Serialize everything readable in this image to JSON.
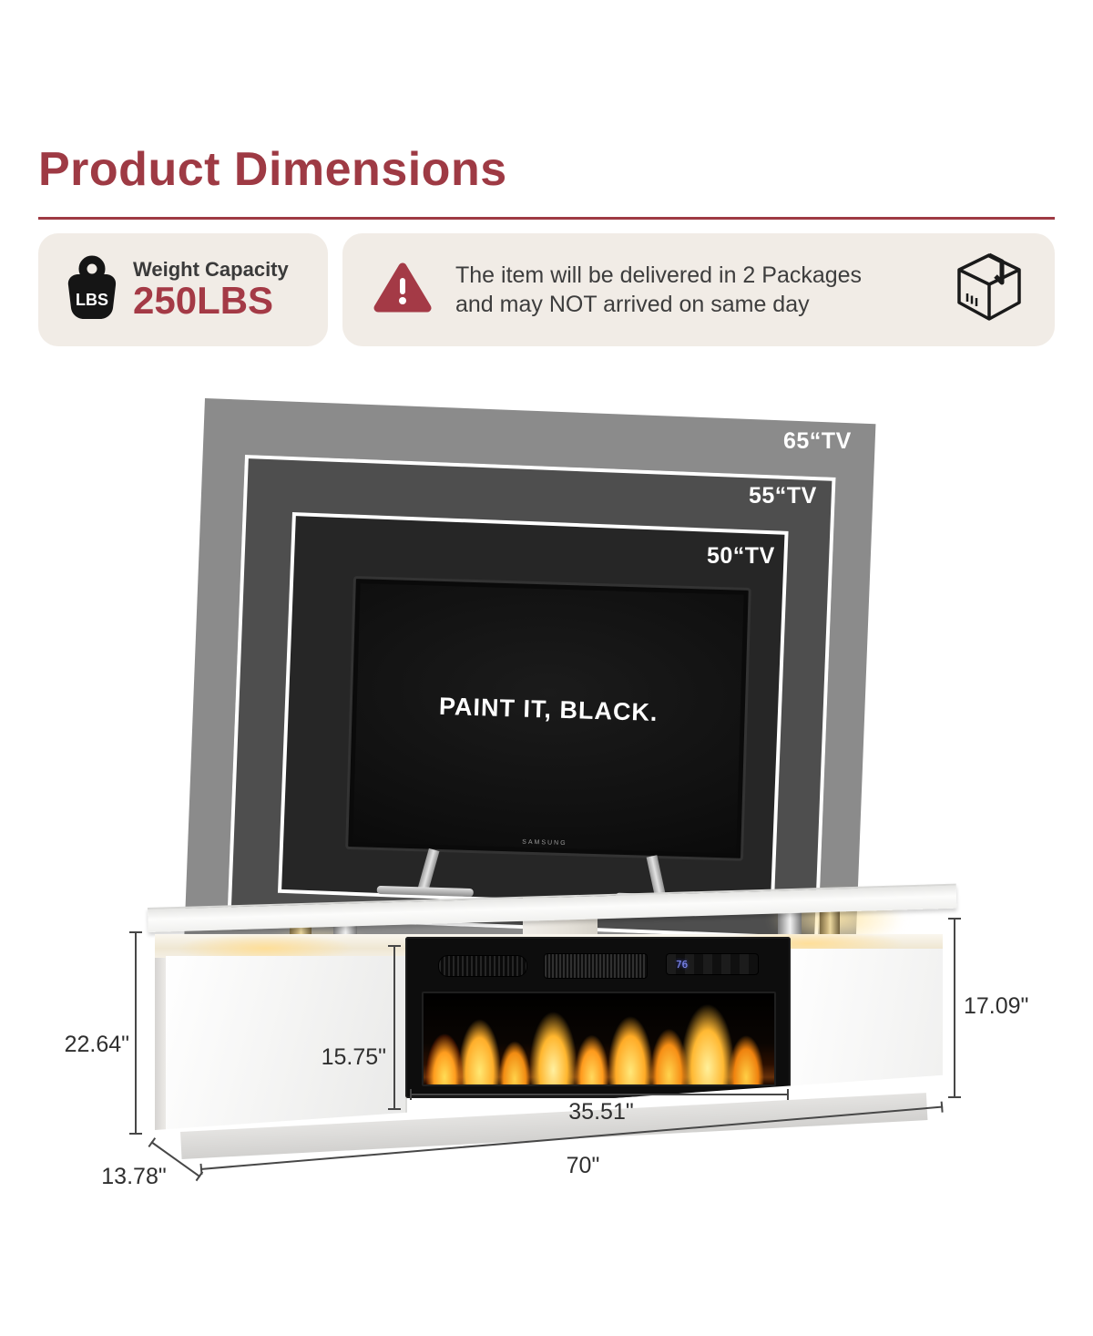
{
  "page": {
    "background": "#ffffff",
    "accent": "#9e3a44"
  },
  "header": {
    "title": "Product Dimensions"
  },
  "cards": {
    "weight": {
      "label": "Weight Capacity",
      "value": "250LBS",
      "icon_text": "LBS"
    },
    "delivery": {
      "line1": "The item will be delivered in 2 Packages",
      "line2": "and may NOT arrived on same day"
    }
  },
  "tv_sizes": [
    {
      "label": "65“TV"
    },
    {
      "label": "55“TV"
    },
    {
      "label": "50“TV"
    }
  ],
  "tv": {
    "screen_text": "PAINT IT, BLACK.",
    "brand": "SAMSUNG"
  },
  "fireplace": {
    "display_readout": "76"
  },
  "dimensions": {
    "total_height": "22.64\"",
    "fireplace_height": "15.75\"",
    "fireplace_width": "35.51\"",
    "cabinet_height": "17.09\"",
    "total_width": "70\"",
    "depth": "13.78\""
  }
}
